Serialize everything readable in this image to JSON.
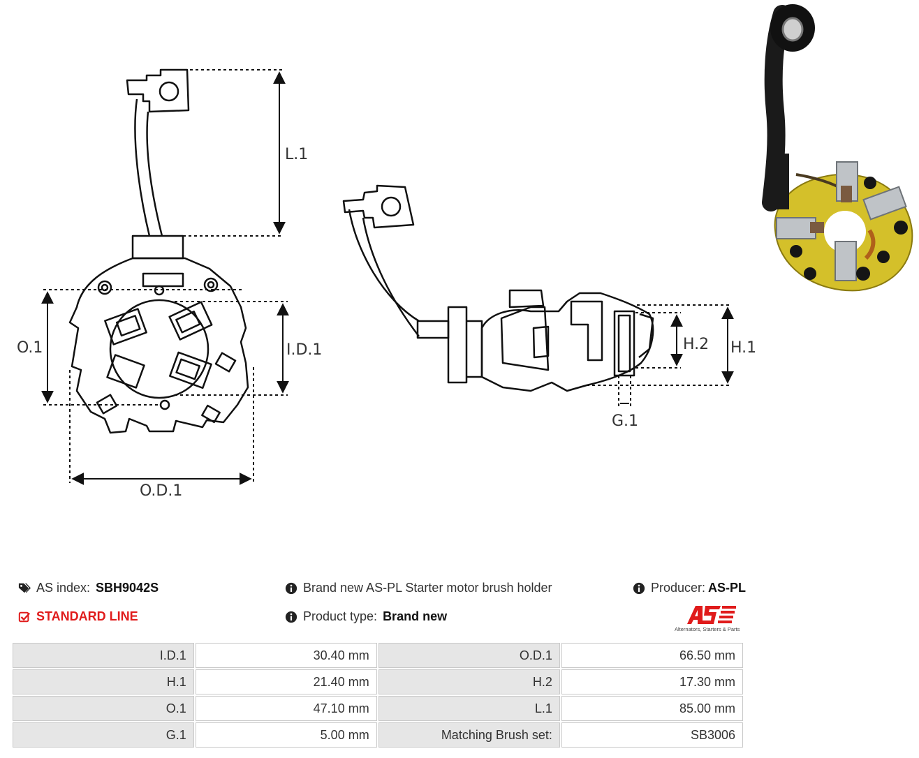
{
  "dimension_labels": {
    "l1": "L.1",
    "o1": "O.1",
    "id1": "I.D.1",
    "od1": "O.D.1",
    "h1": "H.1",
    "h2": "H.2",
    "g1": "G.1"
  },
  "info": {
    "as_index_label": "AS index:",
    "as_index_value": "SBH9042S",
    "line": "STANDARD LINE",
    "description": "Brand new AS-PL Starter motor brush holder",
    "product_type_label": "Product type:",
    "product_type_value": "Brand new",
    "producer_label": "Producer:",
    "producer_value": "AS-PL",
    "logo_tagline": "Alternators, Starters & Parts"
  },
  "specs": [
    {
      "k1": "I.D.1",
      "v1": "30.40 mm",
      "k2": "O.D.1",
      "v2": "66.50 mm"
    },
    {
      "k1": "H.1",
      "v1": "21.40 mm",
      "k2": "H.2",
      "v2": "17.30 mm"
    },
    {
      "k1": "O.1",
      "v1": "47.10 mm",
      "k2": "L.1",
      "v2": "85.00 mm"
    },
    {
      "k1": "G.1",
      "v1": "5.00 mm",
      "k2": "Matching Brush set:",
      "v2": "SB3006"
    }
  ],
  "colors": {
    "accent_red": "#e01b1b",
    "line": "#111111",
    "table_key_bg": "#e6e6e6"
  }
}
